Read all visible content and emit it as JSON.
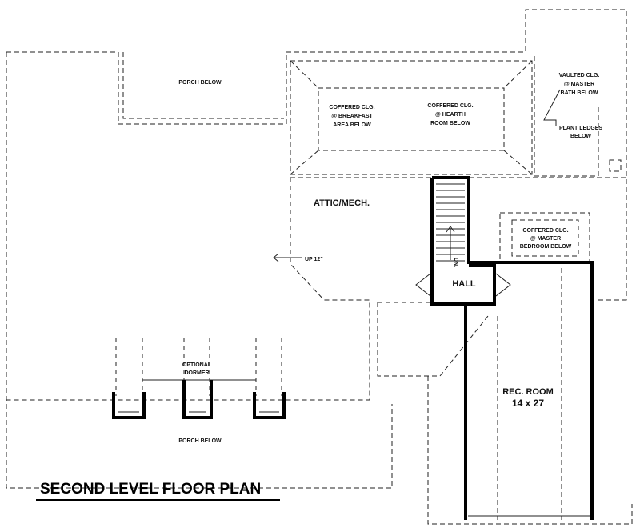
{
  "plan_title": "SECOND LEVEL FLOOR PLAN",
  "labels": {
    "porch_below_top": "PORCH BELOW",
    "coffered_breakfast": [
      "COFFERED CLG.",
      "@ BREAKFAST",
      "AREA BELOW"
    ],
    "coffered_hearth": [
      "COFFERED CLG.",
      "@ HEARTH",
      "ROOM BELOW"
    ],
    "vaulted_bath": [
      "VAULTED CLG.",
      "@ MASTER",
      "BATH BELOW"
    ],
    "plant_ledges": [
      "PLANT LEDGES",
      "BELOW"
    ],
    "attic": "ATTIC/MECH.",
    "up": "UP 12\"",
    "dn": "DN.",
    "coffered_master": [
      "COFFERED CLG.",
      "@ MASTER",
      "BEDROOM BELOW"
    ],
    "hall": "HALL",
    "optional_dormer": [
      "OPTIONAL",
      "DORMER"
    ],
    "rec_room": "REC. ROOM",
    "rec_room_size": "14 x 27",
    "porch_below_bottom": "PORCH BELOW"
  }
}
